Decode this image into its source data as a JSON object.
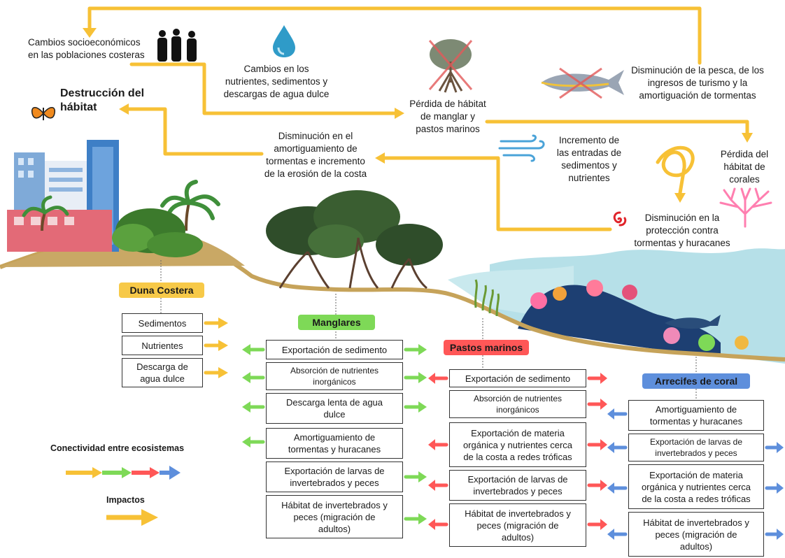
{
  "top": {
    "socioeco": "Cambios socioeconómicos\nen las poblaciones costeras",
    "nutrients_change": "Cambios en los\nnutrientes, sedimentos y\ndescargas de agua dulce",
    "mangrove_loss": "Pérdida de hábitat\nde manglar y\npastos marinos",
    "fishing_decrease": "Disminución de la pesca, de los\ningresos de turismo y la\namortiguación de tormentas",
    "habitat_destruction": "Destrucción del\nhábitat",
    "storm_buffer_decrease": "Disminución en el\namortiguamiento de\ntormentas e incremento\nde la erosión de la costa",
    "sediment_increase": "Incremento de\nlas entradas de\nsedimentos y\nnutrientes",
    "coral_loss": "Pérdida del\nhábitat de\ncorales",
    "protection_decrease": "Disminución en la\nprotección contra\ntormentas y huracanes"
  },
  "ecosystems": {
    "duna": {
      "label": "Duna Costera",
      "color": "#f7c948",
      "items": [
        "Sedimentos",
        "Nutrientes",
        "Descarga de\nagua dulce"
      ]
    },
    "manglares": {
      "label": "Manglares",
      "color": "#7ed957",
      "items": [
        "Exportación de sedimento",
        "Absorción de nutrientes\ninorgánicos",
        "Descarga lenta de agua\ndulce",
        "Amortiguamiento de\ntormentas y huracanes",
        "Exportación de larvas de\ninvertebrados y peces",
        "Hábitat de invertebrados y\npeces (migración de\nadultos)"
      ]
    },
    "pastos": {
      "label": "Pastos marinos",
      "color": "#ff5757",
      "items": [
        "Exportación de sedimento",
        "Absorción de nutrientes\ninorgánicos",
        "Exportación de materia\norgánica y nutrientes cerca\nde la costa a redes tróficas",
        "Exportación de larvas de\ninvertebrados y peces",
        "Hábitat de invertebrados y\npeces (migración de\nadultos)"
      ]
    },
    "arrecifes": {
      "label": "Arrecifes de coral",
      "color": "#5e8fdc",
      "items": [
        "Amortiguamiento de\ntormentas y huracanes",
        "Exportación de larvas de\ninvertebrados y peces",
        "Exportación de materia\norgánica y nutrientes cerca\nde la costa a redes tróficas",
        "Hábitat de invertebrados y\npeces (migración de\nadultos)"
      ]
    }
  },
  "legend": {
    "connectivity": "Conectividad entre ecosistemas",
    "impacts": "Impactos"
  },
  "colors": {
    "impact_arrow": "#f7c136",
    "duna": "#f7c948",
    "manglares": "#7ed957",
    "pastos": "#ff5757",
    "arrecifes": "#5e8fdc"
  },
  "icons": [
    "people-icon",
    "water-drop-icon",
    "butterfly-icon",
    "mangrove-crossed-icon",
    "fish-crossed-icon",
    "wind-icon",
    "hurricane-icon",
    "coral-icon",
    "city-icon",
    "palm-tree-icon"
  ]
}
